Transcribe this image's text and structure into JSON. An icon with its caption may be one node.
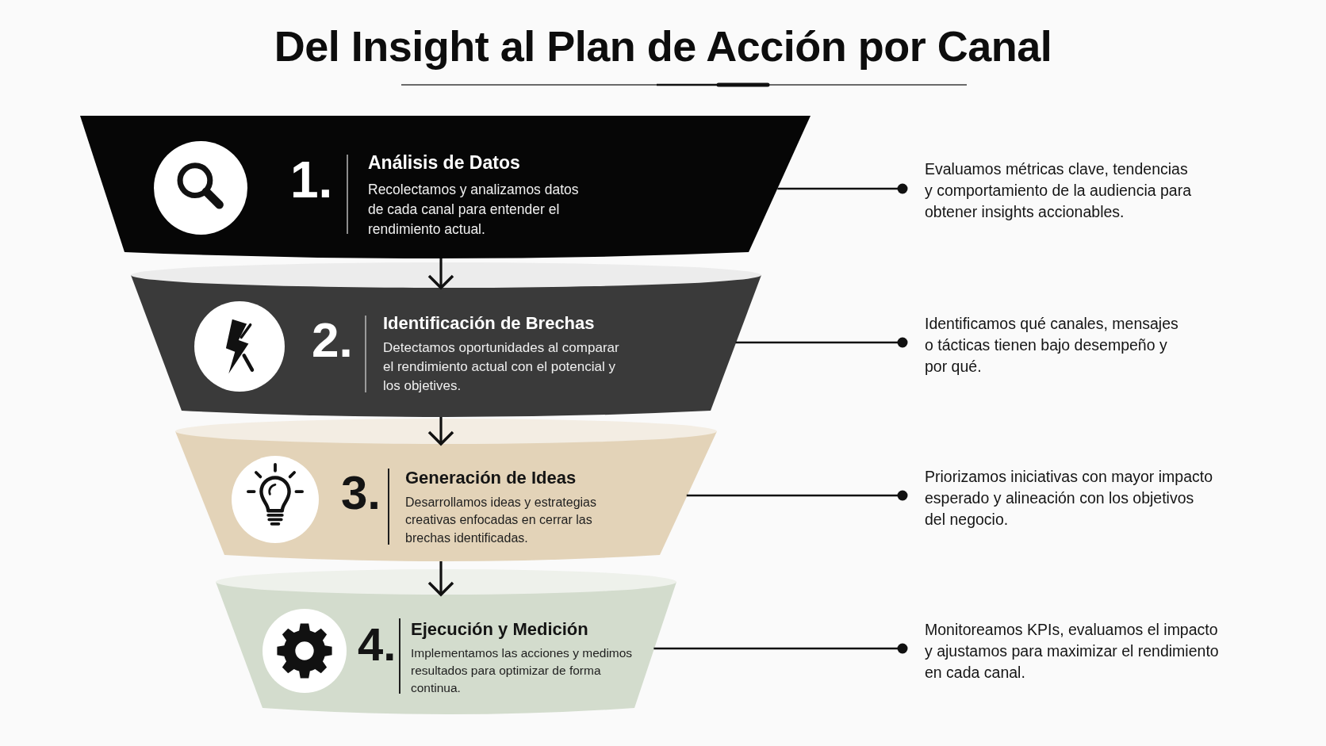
{
  "diagram": {
    "title": "Del Insight al Plan de Acción por Canal",
    "nodes": [
      {
        "text": [
          "1.",
          "Análisis de Datos",
          "Recolectamos y analizamos datos de cada canal para entender el rendimiento actual."
        ]
      },
      {
        "text": [
          "Evaluamos métricas clave, tendencias y comportamiento de la audiencia para obtener insights accionables."
        ]
      },
      {
        "text": [
          "2.",
          "Identificación de Brechas",
          "Detectamos oportunidades al comparar el rendimiento actual con el potencial y los objetives."
        ]
      },
      {
        "text": [
          "Identificamos qué canales, mensajes o tácticas tienen bajo desempeño y por qué."
        ]
      },
      {
        "text": [
          "3.",
          "Generación de Ideas",
          "Desarrollamos ideas y estrategias creativas enfocadas en cerrar las brechas identificadas."
        ]
      },
      {
        "text": [
          "Priorizamos iniciativas con mayor impacto esperado y alineación con los objetivos del negocio."
        ]
      },
      {
        "text": [
          "4.",
          "Ejecución y Medición",
          "Implementamos las acciones y medimos resultados para optimizar de forma continua."
        ]
      },
      {
        "text": [
          "Monitoreamos KPIs, evaluamos el impacto y ajustamos para maximizar el rendimiento en cada canal."
        ]
      }
    ],
    "edges": [
      {
        "from": 0,
        "to": 1,
        "arrow": "other"
      },
      {
        "from": 0,
        "to": 2,
        "arrow": "to"
      },
      {
        "from": 2,
        "to": 3,
        "arrow": "other"
      },
      {
        "from": 2,
        "to": 4,
        "arrow": "to"
      },
      {
        "from": 4,
        "to": 5,
        "arrow": "other"
      },
      {
        "from": 4,
        "to": 6,
        "arrow": "to"
      },
      {
        "from": 6,
        "to": 7,
        "arrow": "other"
      }
    ]
  }
}
